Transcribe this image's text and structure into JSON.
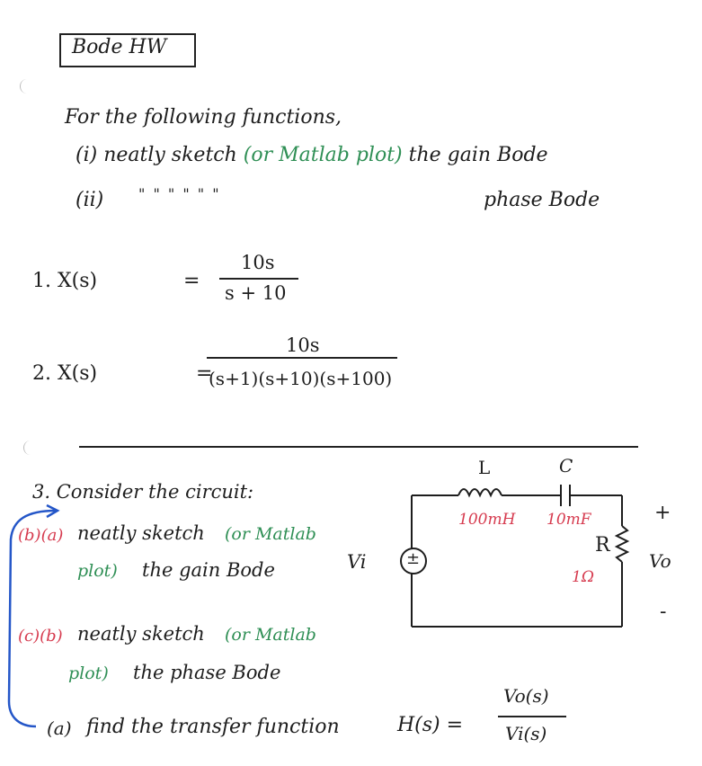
{
  "header": {
    "title": "Bode HW"
  },
  "intro": {
    "line1": "For the following functions,",
    "line2_prefix": "(i) neatly sketch",
    "line2_green": "(or Matlab plot)",
    "line2_suffix": "the gain Bode",
    "line3_prefix": "(ii)",
    "line3_ditto": "\"     \"     \"     \"     \"     \"",
    "line3_suffix": "phase Bode"
  },
  "problems": [
    {
      "label": "1.  X(s)",
      "eq": "=",
      "numerator": "10s",
      "denominator": "s + 10"
    },
    {
      "label": "2.  X(s)",
      "eq": "=",
      "numerator": "10s",
      "denominator": "(s+1)(s+10)(s+100)"
    }
  ],
  "problem3": {
    "intro": "3.  Consider the circuit:",
    "item_b_markers": "(b)(a)",
    "item_b_line1": "neatly sketch",
    "item_b_green1": "(or Matlab",
    "item_b_green2": "plot)",
    "item_b_line2": "the gain Bode",
    "item_c_markers": "(c)(b)",
    "item_c_line1": "neatly sketch",
    "item_c_green1": "(or Matlab",
    "item_c_green2": "plot)",
    "item_c_line2": "the phase Bode",
    "item_a_marker": "(a)",
    "item_a_text": "find the transfer function",
    "transfer_lhs": "H(s)  =",
    "transfer_num": "Vo(s)",
    "transfer_den": "Vi(s)"
  },
  "circuit": {
    "L_label": "L",
    "L_value": "100mH",
    "C_label": "C",
    "C_value": "10mF",
    "R_label": "R",
    "R_value": "1Ω",
    "vi_label": "Vi",
    "vo_label": "Vo",
    "plus": "+",
    "minus": "-",
    "source_pm": "±"
  },
  "colors": {
    "ink": "#1d1d1d",
    "green": "#2f8f55",
    "red": "#d63b4f",
    "blue": "#2456c8"
  }
}
